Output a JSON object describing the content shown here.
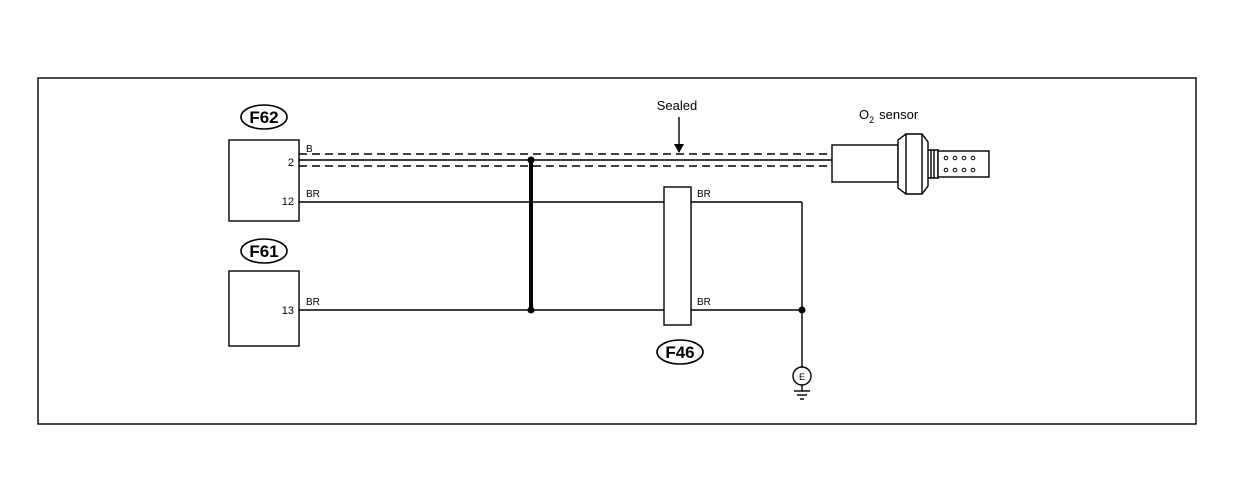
{
  "labels": {
    "sealed": "Sealed",
    "o2_sensor_o": "O",
    "o2_sensor_sub": "2",
    "o2_sensor_rest": "sensor",
    "ground": "E"
  },
  "connectors": {
    "f62": {
      "name": "F62",
      "pins": [
        "2",
        "12"
      ]
    },
    "f61": {
      "name": "F61",
      "pins": [
        "13"
      ]
    },
    "f46": {
      "name": "F46"
    }
  },
  "wire_colors": {
    "f62_pin2": "B",
    "f62_pin12": "BR",
    "f61_pin13": "BR",
    "f46_upper": "BR",
    "f46_lower": "BR"
  }
}
